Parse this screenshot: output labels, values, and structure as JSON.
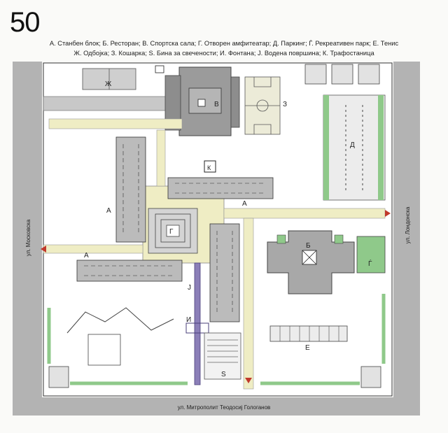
{
  "plate_number": "50",
  "legend": {
    "line1": "А. Станбен блок; Б. Ресторан; В. Спортска сала; Г. Отворен амфитеатар; Д. Паркинг; Ѓ. Рекреативен парк; Е. Тенис",
    "line2": "Ж. Одбојка; З. Кошарка; Ѕ. Бина за свечености; И. Фонтана; Ј. Водена површина; К. Трафостаница"
  },
  "streets": {
    "west": "ул. Московска",
    "east": "ул. Лондонска",
    "south": "ул. Митрополит Теодосиј Гологанов"
  },
  "labels": {
    "a_north": "А",
    "a_northeast": "А",
    "a_west": "А",
    "b": "Б",
    "v": "В",
    "g": "Г",
    "d": "Д",
    "e": "Е",
    "zh": "Ж",
    "z": "З",
    "k": "К",
    "dze": "Ѕ",
    "i": "И",
    "j": "Ј",
    "gj": "Ѓ"
  },
  "colors": {
    "road": "#b3b3b3",
    "building": "#9b9b9b",
    "pavement": "#efedc4",
    "green": "#8fc98a",
    "arrow": "#c0392b",
    "water": "#8b7fb8"
  }
}
